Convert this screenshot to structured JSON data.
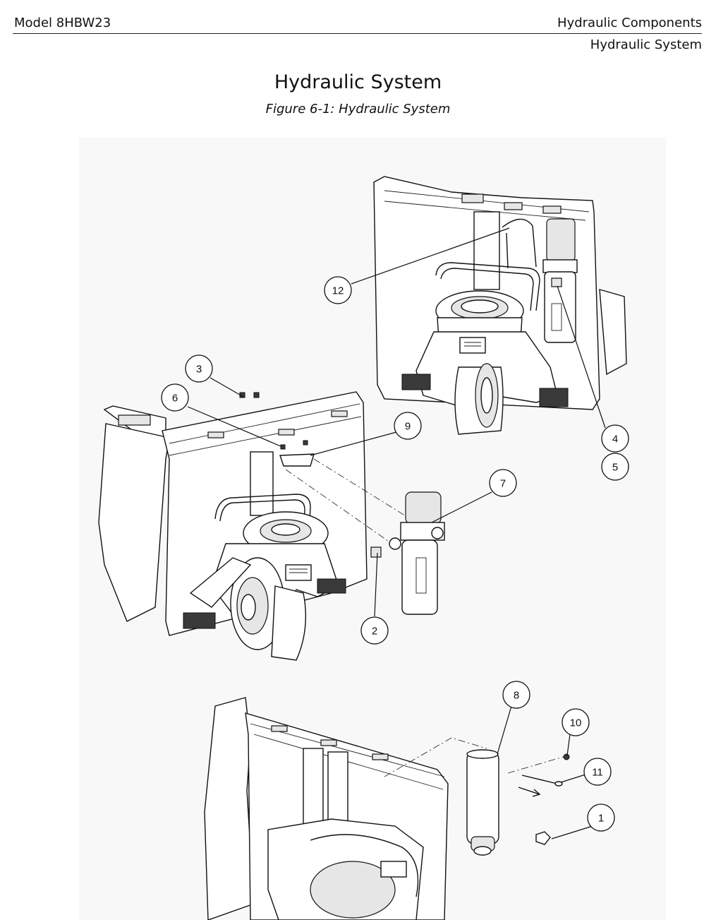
{
  "header": {
    "model": "Model 8HBW23",
    "section": "Hydraulic Components",
    "subsection": "Hydraulic System"
  },
  "page_title": "Hydraulic System",
  "figure_caption": "Figure 6-1: Hydraulic System",
  "callouts": [
    {
      "label": "12"
    },
    {
      "label": "3"
    },
    {
      "label": "6"
    },
    {
      "label": "9"
    },
    {
      "label": "4"
    },
    {
      "label": "5"
    },
    {
      "label": "7"
    },
    {
      "label": "2"
    },
    {
      "label": "8"
    },
    {
      "label": "10"
    },
    {
      "label": "11"
    },
    {
      "label": "1"
    }
  ]
}
